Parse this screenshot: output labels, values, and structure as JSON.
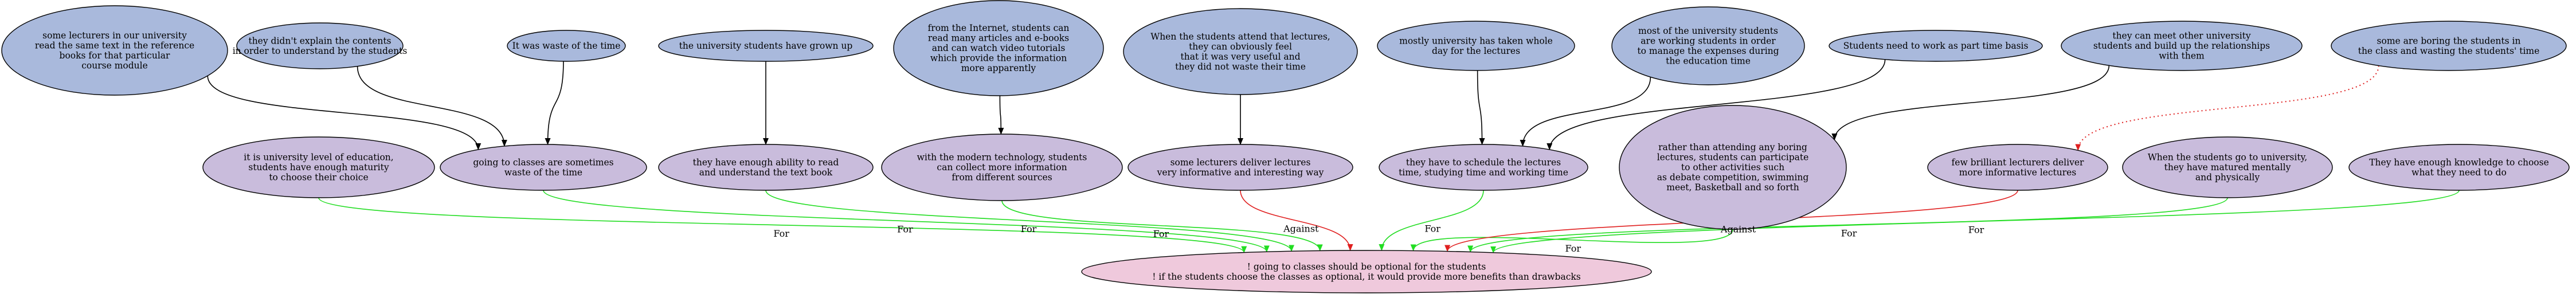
{
  "colors": {
    "premise": "#a9b9dc",
    "argument": "#c9bcdc",
    "conclusion": "#efc9dc",
    "for": "#22dd22",
    "against": "#e02020",
    "support": "#000000",
    "attack_dotted": "#e02020",
    "stroke": "#000000"
  },
  "premises": [
    {
      "id": "p1",
      "lines": [
        "some lecturers in our university",
        "read the same text in the reference",
        "books for that particular",
        "course module"
      ]
    },
    {
      "id": "p2",
      "lines": [
        "they didn't explain the contents",
        "in order to understand by the students"
      ]
    },
    {
      "id": "p3",
      "lines": [
        "It was waste of the time"
      ]
    },
    {
      "id": "p4",
      "lines": [
        "the university students have grown up"
      ]
    },
    {
      "id": "p5",
      "lines": [
        "from the Internet, students can",
        "read many articles and e-books",
        "and can watch video tutorials",
        "which provide the information",
        "more apparently"
      ]
    },
    {
      "id": "p6",
      "lines": [
        "When the students attend that lectures,",
        "they can obviously feel",
        "that it was very useful and",
        "they did not waste their time"
      ]
    },
    {
      "id": "p7",
      "lines": [
        "mostly university has taken whole",
        "day for the lectures"
      ]
    },
    {
      "id": "p8",
      "lines": [
        "most of the university students",
        "are working students in order",
        "to manage the expenses during",
        "the education time"
      ]
    },
    {
      "id": "p9",
      "lines": [
        "Students need to work as part time basis"
      ]
    },
    {
      "id": "p10",
      "lines": [
        "they can meet other university",
        "students and build up the relationships",
        "with them"
      ]
    },
    {
      "id": "p11",
      "lines": [
        "some are boring the students in",
        "the class and wasting the students' time"
      ]
    }
  ],
  "arguments": [
    {
      "id": "a1",
      "lines": [
        "it is university level of education,",
        "students have enough maturity",
        "to choose their choice"
      ]
    },
    {
      "id": "a2",
      "lines": [
        "going to classes are sometimes",
        "waste of the time"
      ]
    },
    {
      "id": "a3",
      "lines": [
        "they have enough ability to read",
        "and understand the text book"
      ]
    },
    {
      "id": "a4",
      "lines": [
        "with the modern technology, students",
        "can collect more information",
        "from different sources"
      ]
    },
    {
      "id": "a5",
      "lines": [
        "some lecturers deliver lectures",
        "very informative and interesting way"
      ]
    },
    {
      "id": "a6",
      "lines": [
        "they have to schedule the lectures",
        "time, studying time and working time"
      ]
    },
    {
      "id": "a7",
      "lines": [
        "rather than attending any boring",
        "lectures, students can participate",
        "to other activities such",
        "as debate competition, swimming",
        "meet, Basketball and so forth"
      ]
    },
    {
      "id": "a8",
      "lines": [
        "few brilliant lecturers deliver",
        "more informative lectures"
      ]
    },
    {
      "id": "a9",
      "lines": [
        "When the students go to university,",
        "they have matured mentally",
        "and physically"
      ]
    },
    {
      "id": "a10",
      "lines": [
        "They have enough knowledge to choose",
        "what they need to do"
      ]
    }
  ],
  "conclusion": {
    "id": "c",
    "lines": [
      "! going to classes should be optional for the students",
      "! if the students choose the classes as optional, it would provide more benefits than drawbacks"
    ]
  },
  "edges": {
    "support": [
      {
        "from": "p1",
        "to": "a2"
      },
      {
        "from": "p2",
        "to": "a2"
      },
      {
        "from": "p3",
        "to": "a2"
      },
      {
        "from": "p4",
        "to": "a3"
      },
      {
        "from": "p5",
        "to": "a4"
      },
      {
        "from": "p6",
        "to": "a5"
      },
      {
        "from": "p7",
        "to": "a6"
      },
      {
        "from": "p8",
        "to": "a6"
      },
      {
        "from": "p9",
        "to": "a6"
      },
      {
        "from": "p10",
        "to": "a7"
      },
      {
        "from": "p11",
        "to": "a8",
        "style": "dotted"
      }
    ],
    "conclusion": [
      {
        "from": "a1",
        "label": "For"
      },
      {
        "from": "a2",
        "label": "For"
      },
      {
        "from": "a3",
        "label": "For"
      },
      {
        "from": "a4",
        "label": "For"
      },
      {
        "from": "a5",
        "label": "Against"
      },
      {
        "from": "a6",
        "label": "For"
      },
      {
        "from": "a7",
        "label": "For"
      },
      {
        "from": "a8",
        "label": "Against"
      },
      {
        "from": "a9",
        "label": "For"
      },
      {
        "from": "a10",
        "label": "For"
      }
    ]
  }
}
